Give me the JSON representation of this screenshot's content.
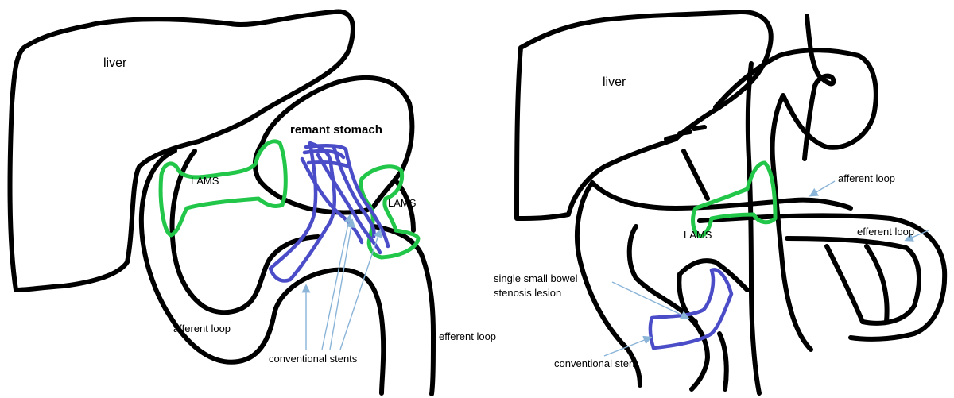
{
  "colors": {
    "outline": "#000000",
    "lams": "#22c74a",
    "stent": "#4a4cc8",
    "arrow": "#8ab4d8"
  },
  "left_panel": {
    "liver": "liver",
    "stomach": "remant stomach",
    "lams_left": "LAMS",
    "lams_right": "LAMS",
    "afferent": "afferent loop",
    "efferent": "efferent loop",
    "stents": "conventional stents"
  },
  "right_panel": {
    "liver": "liver",
    "afferent": "afferent loop",
    "efferent": "efferent loop",
    "lams": "LAMS",
    "lesion_line1": "single small bowel",
    "lesion_line2": "stenosis lesion",
    "stent": "conventional stent"
  }
}
